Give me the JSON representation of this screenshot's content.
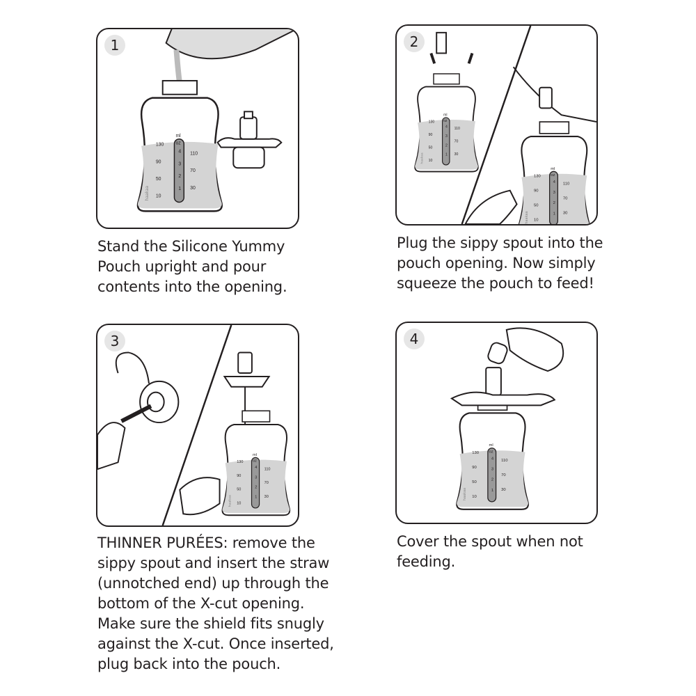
{
  "steps": [
    {
      "number": "1",
      "caption_lines": [
        "Stand the Silicone Yummy",
        "Pouch upright and pour",
        "contents into the opening."
      ]
    },
    {
      "number": "2",
      "caption_lines": [
        "Plug the sippy spout into the",
        "pouch opening. Now simply",
        "squeeze the pouch to feed!"
      ]
    },
    {
      "number": "3",
      "caption_lines": [
        "THINNER PURÉES: remove the",
        "sippy spout and insert the straw",
        "(unnotched end) up through the",
        "bottom of the X-cut opening.",
        "Make sure the shield fits snugly",
        "against the X-cut. Once inserted,",
        "plug back into the pouch."
      ]
    },
    {
      "number": "4",
      "caption_lines": [
        "Cover the spout when not",
        "feeding."
      ]
    }
  ],
  "pouch": {
    "brand": "haakaa",
    "unit_ml": "ml",
    "unit_oz": "oz",
    "oz_marks": [
      "4",
      "3",
      "2",
      "1"
    ],
    "ml_left": [
      "130",
      "90",
      "50",
      "10"
    ],
    "ml_right": [
      "110",
      "70",
      "30"
    ]
  },
  "colors": {
    "outline": "#231f20",
    "fill": "#d4d4d4",
    "badge": "#e6e6e6"
  }
}
